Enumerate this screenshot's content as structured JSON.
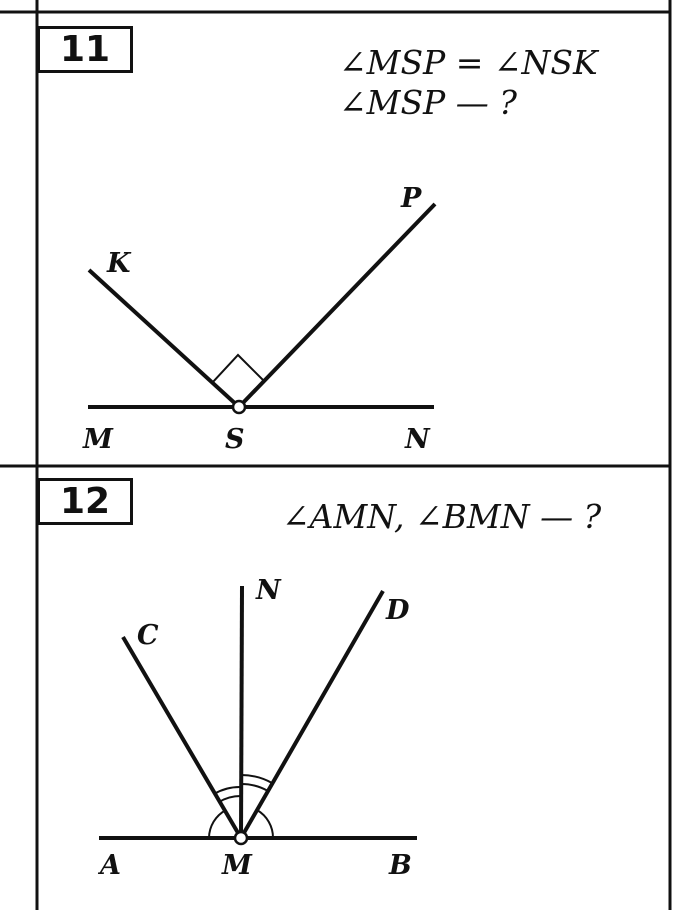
{
  "problems": [
    {
      "number": "11",
      "conditions": [
        "∠MSP = ∠NSK",
        "∠MSP — ?"
      ],
      "points": {
        "K": "K",
        "P": "P",
        "M": "M",
        "S": "S",
        "N": "N"
      }
    },
    {
      "number": "12",
      "conditions": [
        "∠AMN, ∠BMN — ?"
      ],
      "points": {
        "C": "C",
        "N": "N",
        "D": "D",
        "A": "A",
        "M": "M",
        "B": "B"
      }
    }
  ]
}
